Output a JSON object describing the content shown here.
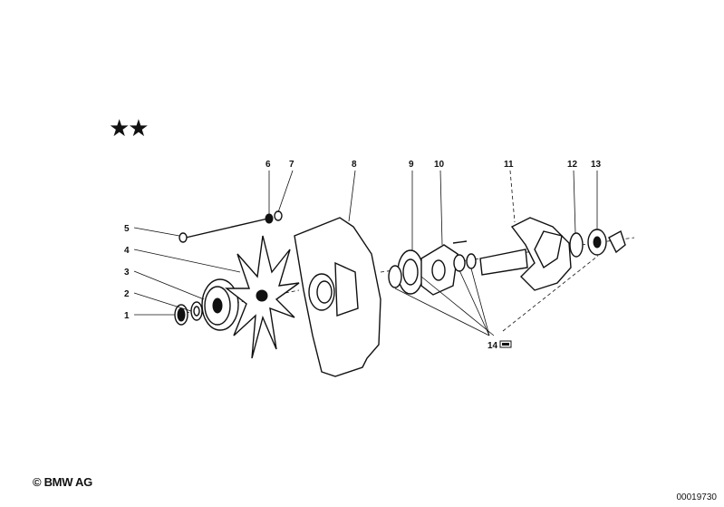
{
  "copyright": "© BMW AG",
  "reference_number": "00019730",
  "stars": "★★",
  "callouts": {
    "c1": "1",
    "c2": "2",
    "c3": "3",
    "c4": "4",
    "c5": "5",
    "c6": "6",
    "c7": "7",
    "c8": "8",
    "c9": "9",
    "c10": "10",
    "c11": "11",
    "c12": "12",
    "c13": "13",
    "c14": "14"
  }
}
